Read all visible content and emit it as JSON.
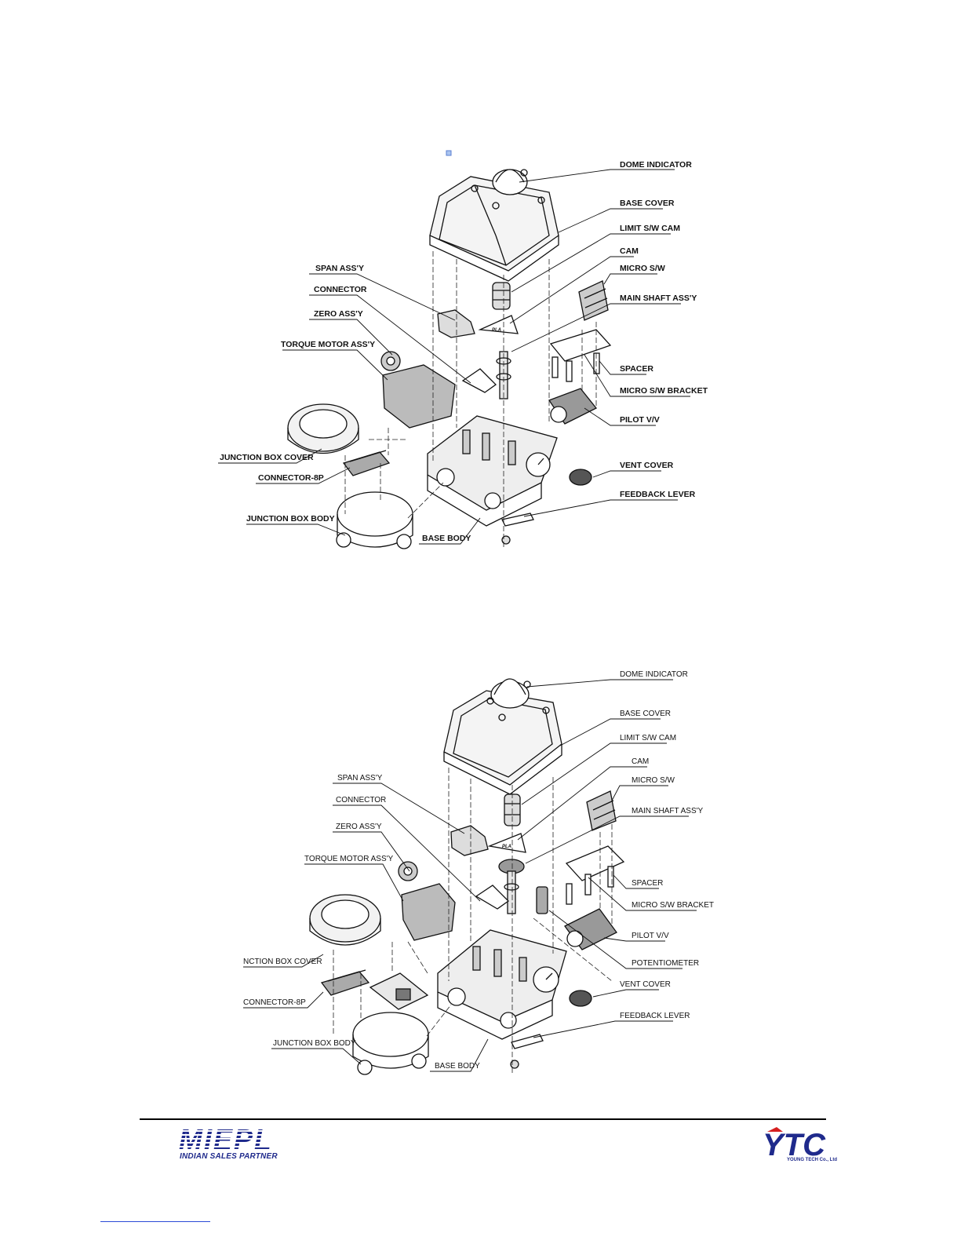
{
  "diagram_top": {
    "labels": [
      "DOME INDICATOR",
      "BASE COVER",
      "LIMIT S/W CAM",
      "CAM",
      "MICRO S/W",
      "MAIN SHAFT ASS'Y",
      "SPACER",
      "MICRO S/W BRACKET",
      "PILOT V/V",
      "VENT COVER",
      "FEEDBACK LEVER",
      "SPAN ASS'Y",
      "CONNECTOR",
      "ZERO ASS'Y",
      "TORQUE MOTOR ASS'Y",
      "JUNCTION BOX COVER",
      "CONNECTOR-8P",
      "JUNCTION BOX BODY",
      "BASE BODY"
    ],
    "cam_mark": "PLA"
  },
  "diagram_bottom": {
    "labels": [
      "DOME INDICATOR",
      "BASE COVER",
      "LIMIT S/W CAM",
      "CAM",
      "MICRO S/W",
      "MAIN SHAFT ASS'Y",
      "SPACER",
      "MICRO S/W BRACKET",
      "PILOT V/V",
      "POTENTIOMETER",
      "VENT COVER",
      "FEEDBACK LEVER",
      "SPAN ASS'Y",
      "CONNECTOR",
      "ZERO ASS'Y",
      "TORQUE MOTOR ASS'Y",
      "NCTION BOX COVER",
      "CONNECTOR-8P",
      "JUNCTION BOX BODY",
      "BASE BODY"
    ],
    "cam_mark": "PLA"
  },
  "footer": {
    "left_logo": "MIEPL",
    "left_sub": "INDIAN SALES PARTNER",
    "right_logo": "YTC",
    "right_sub": "YOUNG TECH Co., Ltd"
  },
  "colors": {
    "brand_blue": "#1f2a8c",
    "line": "#111111"
  }
}
